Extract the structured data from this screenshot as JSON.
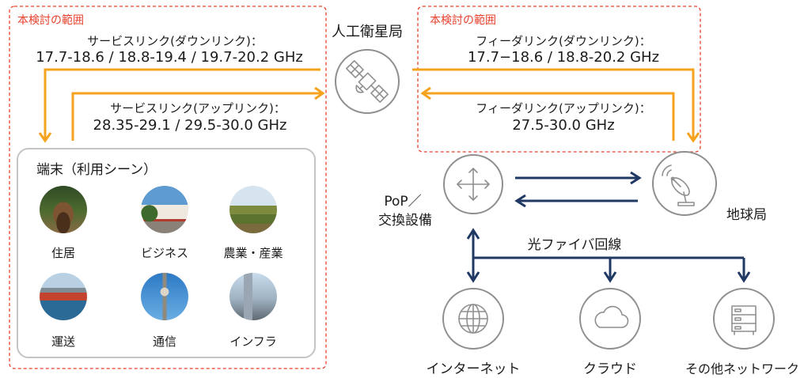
{
  "scope": {
    "label": "本検討の範囲"
  },
  "satellite": {
    "label": "人工衛星局",
    "icon": "satellite-icon"
  },
  "service_link": {
    "downlink": {
      "label": "サービスリンク(ダウンリンク)：",
      "freq": "17.7-18.6 / 18.8-19.4 / 19.7-20.2 GHz"
    },
    "uplink": {
      "label": "サービスリンク(アップリンク)：",
      "freq": "28.35-29.1 / 29.5-30.0 GHz"
    }
  },
  "feeder_link": {
    "downlink": {
      "label": "フィーダリンク(ダウンリンク)：",
      "freq": "17.7−18.6 / 18.8-20.2 GHz"
    },
    "uplink": {
      "label": "フィーダリンク(アップリンク)：",
      "freq": "27.5-30.0 GHz"
    }
  },
  "terminals": {
    "title": "端末（利用シーン）",
    "scenes": [
      {
        "label": "住居",
        "photo": "house-photo"
      },
      {
        "label": "ビジネス",
        "photo": "business-photo"
      },
      {
        "label": "農業・産業",
        "photo": "farm-photo"
      },
      {
        "label": "運送",
        "photo": "ship-photo"
      },
      {
        "label": "通信",
        "photo": "tower-photo"
      },
      {
        "label": "インフラ",
        "photo": "infrastructure-photo"
      }
    ]
  },
  "pop": {
    "label_line1": "PoP／",
    "label_line2": "交換設備",
    "icon": "four-way-arrows-icon"
  },
  "ground_station": {
    "label": "地球局",
    "icon": "satellite-dish-icon"
  },
  "fiber": {
    "label": "光ファイバ回線"
  },
  "networks": [
    {
      "label": "インターネット",
      "icon": "globe-icon"
    },
    {
      "label": "クラウド",
      "icon": "cloud-icon"
    },
    {
      "label": "その他ネットワーク",
      "icon": "server-icon"
    }
  ],
  "colors": {
    "scope_border": "#e8412c",
    "radio_link": "#f5a31e",
    "network_link": "#1f3864",
    "icon_outline": "#8f8f8f"
  }
}
